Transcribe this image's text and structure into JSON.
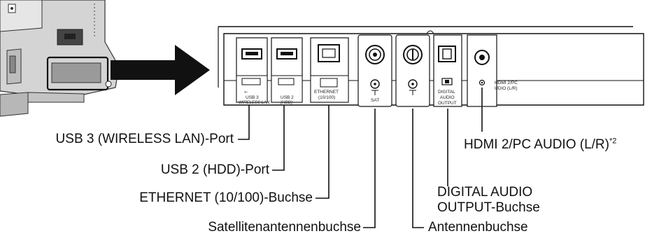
{
  "panel_text": {
    "usb3": "USB 3",
    "wireless": "WIRELESS LAN",
    "usb2": "USB 2",
    "hdd": "(HDD)",
    "ethernet": "ETHERNET",
    "ethernet_speed": "(10/100)",
    "sat": "SAT",
    "digital": "DIGITAL",
    "audio": "AUDIO",
    "output": "OUTPUT",
    "hdmi_line1": "HDMI 2/PC",
    "hdmi_line2": "UDIO (L/R)"
  },
  "callouts": {
    "usb3_port": "USB 3 (WIRELESS LAN)-Port",
    "usb2_port": "USB 2 (HDD)-Port",
    "ethernet_jack": "ETHERNET (10/100)-Buchse",
    "satellite_jack": "Satellitenantennenbuchse",
    "antenna_jack": "Antennenbuchse",
    "digital_audio_line1": "DIGITAL AUDIO",
    "digital_audio_line2": "OUTPUT-Buchse",
    "hdmi_audio": "HDMI 2/PC AUDIO (L/R)*2"
  },
  "colors": {
    "line": "#111111",
    "tv_body": "#cfcfcf",
    "tv_shadow": "#9a9a9a",
    "arrow": "#111111"
  }
}
